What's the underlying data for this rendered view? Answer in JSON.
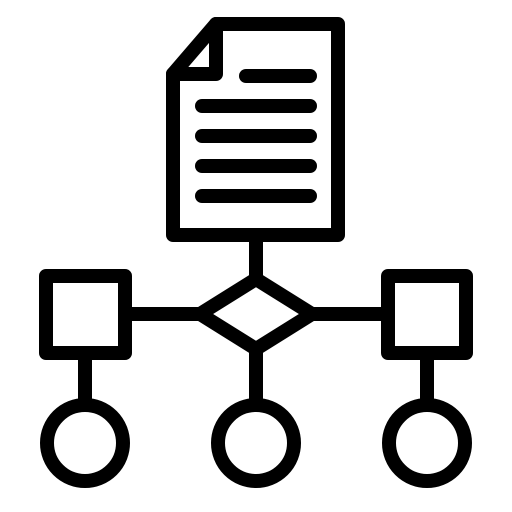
{
  "icon": {
    "name": "document-flowchart-icon",
    "colors": {
      "stroke": "#000000",
      "fill": "#ffffff",
      "background": "#ffffff"
    },
    "parts": {
      "document": "document-icon",
      "document_lines": 5,
      "decision": "diamond-decision-node",
      "side_nodes": [
        "square-node-left",
        "square-node-right"
      ],
      "end_nodes": [
        "circle-node-left",
        "circle-node-center",
        "circle-node-right"
      ]
    }
  }
}
